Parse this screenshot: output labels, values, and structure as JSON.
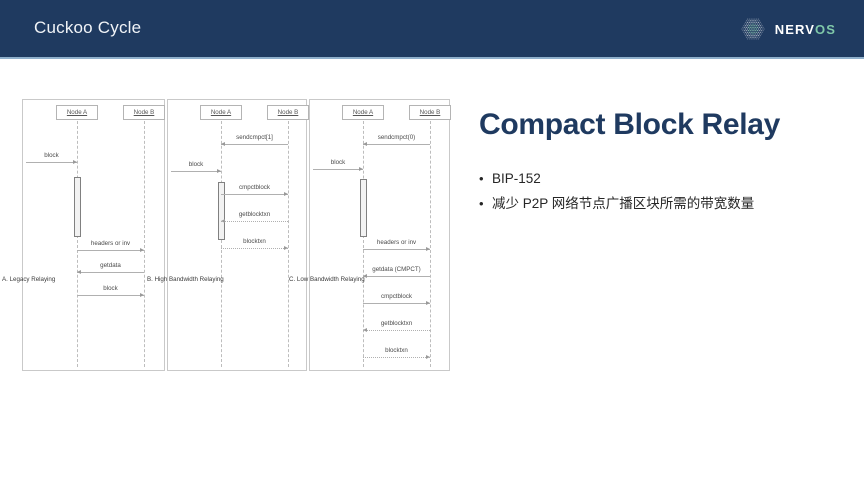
{
  "header": {
    "title": "Cuckoo Cycle",
    "bar_color": "#1f3a60",
    "underline_color": "#8fb0cc",
    "logo": {
      "mark_name": "nervos-dotted-hexagon-logo",
      "text_primary": "NERV",
      "text_accent": "OS",
      "accent_color": "#7fc8a9"
    }
  },
  "content": {
    "title": "Compact Block Relay",
    "title_color": "#1f3a60",
    "bullets": [
      "BIP-152",
      "减少 P2P 网络节点广播区块所需的带宽数量"
    ]
  },
  "diagram": {
    "node_a_label": "Node A",
    "node_b_label": "Node B",
    "panels": [
      {
        "id": "a",
        "caption": "A. Legacy Relaying",
        "messages": [
          {
            "label": "block",
            "from": "external",
            "to": "a",
            "style": "solid"
          },
          {
            "label": "headers or inv",
            "from": "a",
            "to": "b",
            "style": "solid"
          },
          {
            "label": "getdata",
            "from": "b",
            "to": "a",
            "style": "solid"
          },
          {
            "label": "block",
            "from": "a",
            "to": "b",
            "style": "solid"
          }
        ]
      },
      {
        "id": "b",
        "caption": "B. High Bandwidth Relaying",
        "messages": [
          {
            "label": "sendcmpct[1]",
            "from": "b",
            "to": "a",
            "style": "solid"
          },
          {
            "label": "block",
            "from": "external",
            "to": "a",
            "style": "solid"
          },
          {
            "label": "cmpctblock",
            "from": "a",
            "to": "b",
            "style": "solid"
          },
          {
            "label": "getblocktxn",
            "from": "b",
            "to": "a",
            "style": "dotted"
          },
          {
            "label": "blocktxn",
            "from": "a",
            "to": "b",
            "style": "dotted"
          }
        ]
      },
      {
        "id": "c",
        "caption": "C. Low Bandwidth Relaying",
        "messages": [
          {
            "label": "sendcmpct(0)",
            "from": "b",
            "to": "a",
            "style": "solid"
          },
          {
            "label": "block",
            "from": "external",
            "to": "a",
            "style": "solid"
          },
          {
            "label": "headers or inv",
            "from": "a",
            "to": "b",
            "style": "solid"
          },
          {
            "label": "getdata (CMPCT)",
            "from": "b",
            "to": "a",
            "style": "solid"
          },
          {
            "label": "cmpctblock",
            "from": "a",
            "to": "b",
            "style": "solid"
          },
          {
            "label": "getblocktxn",
            "from": "b",
            "to": "a",
            "style": "dotted"
          },
          {
            "label": "blocktxn",
            "from": "a",
            "to": "b",
            "style": "dotted"
          }
        ]
      }
    ]
  }
}
